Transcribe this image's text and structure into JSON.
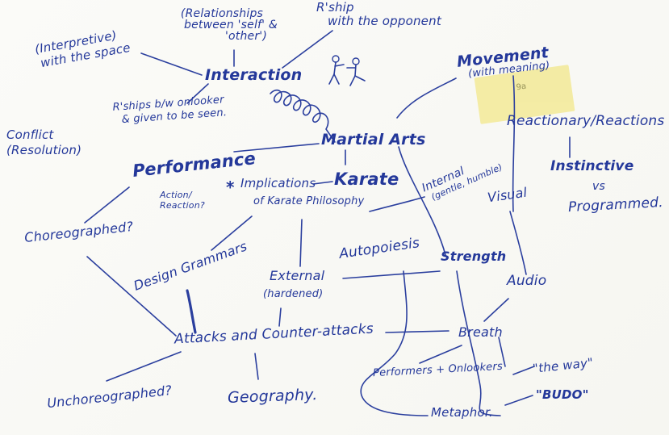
{
  "diagram": {
    "relationships_self_other": [
      "(Relationships",
      "between 'self' &",
      "'other')"
    ],
    "rship_opponent": [
      "R'ship",
      "with the opponent"
    ],
    "interpretive_space": [
      "(Interpretive)",
      "with the space"
    ],
    "interaction": "Interaction",
    "conflict_resolution": [
      "Conflict",
      "(Resolution)"
    ],
    "rships_onlooker": [
      "R'ships b/w onlooker",
      "& given to be seen."
    ],
    "movement": "Movement",
    "movement_sub": "(with meaning)",
    "martial_arts": "Martial Arts",
    "reactionary": "Reactionary/Reactions",
    "instinctive": "Instinctive",
    "vs": "vs",
    "programmed": "Programmed.",
    "performance": "Performance",
    "action_reaction": [
      "Action/",
      "Reaction?"
    ],
    "implications": [
      "Implications",
      "of Karate Philosophy"
    ],
    "karate": "Karate",
    "internal": [
      "Internal",
      "(gentle, humble)"
    ],
    "visual": "Visual",
    "choreographed": "Choreographed?",
    "autopoiesis": "Autopoiesis",
    "strength": "Strength",
    "design_grammars": "Design Grammars",
    "external": [
      "External",
      "(hardened)"
    ],
    "audio": "Audio",
    "breath": "Breath",
    "attacks": "Attacks and Counter-attacks",
    "performers_onlookers": "Performers + Onlookers",
    "the_way": "\"the way\"",
    "budo": "\"BUDO\"",
    "unchoreographed": "Unchoreographed?",
    "geography": "Geography.",
    "metaphor": "Metaphor.",
    "asterisk": "*"
  },
  "sticky_note": {
    "color": "#f3ea9c",
    "text": "9a"
  },
  "ink_color": "#2a3f9a"
}
